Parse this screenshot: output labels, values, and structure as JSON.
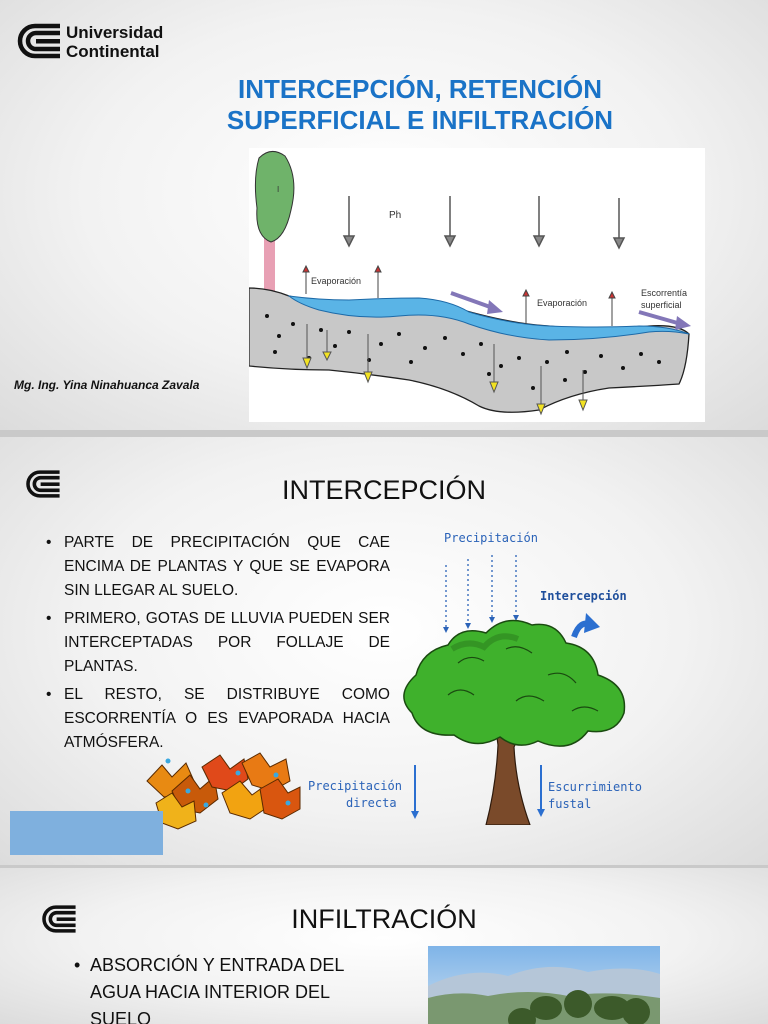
{
  "slide1": {
    "logo": {
      "line1": "Universidad",
      "line2": "Continental"
    },
    "title_line1": "INTERCEPCIÓN, RETENCIÓN",
    "title_line2": "SUPERFICIAL E INFILTRACIÓN",
    "author": "Mg. Ing. Yina Ninahuanca Zavala",
    "diagram": {
      "label_rain": "Ph",
      "label_evap1": "Evaporación",
      "label_evap2": "Evaporación",
      "label_runoff1": "Escorrentía",
      "label_runoff2": "superficial"
    }
  },
  "slide2": {
    "title": "INTERCEPCIÓN",
    "bullets": [
      "PARTE DE PRECIPITACIÓN QUE CAE ENCIMA DE PLANTAS Y QUE SE EVAPORA SIN LLEGAR AL SUELO.",
      "PRIMERO, GOTAS DE LLUVIA PUEDEN SER INTERCEPTADAS POR FOLLAJE DE PLANTAS.",
      "EL RESTO, SE DISTRIBUYE COMO ESCORRENTÍA O ES EVAPORADA HACIA ATMÓSFERA."
    ],
    "figure": {
      "precipitacion": "Precipitación",
      "intercepcion": "Intercepción",
      "precip_directa_1": "Precipitación",
      "precip_directa_2": "directa",
      "escurrimiento_1": "Escurrimiento",
      "escurrimiento_2": "fustal"
    }
  },
  "slide3": {
    "title": "INFILTRACIÓN",
    "bullets": [
      "ABSORCIÓN Y ENTRADA DEL AGUA HACIA INTERIOR DEL SUELO"
    ]
  },
  "colors": {
    "title_blue": "#1a73c7",
    "water_blue": "#5ab4e6",
    "soil_gray": "#c8c8c8",
    "tree_green": "#3fb12c"
  }
}
